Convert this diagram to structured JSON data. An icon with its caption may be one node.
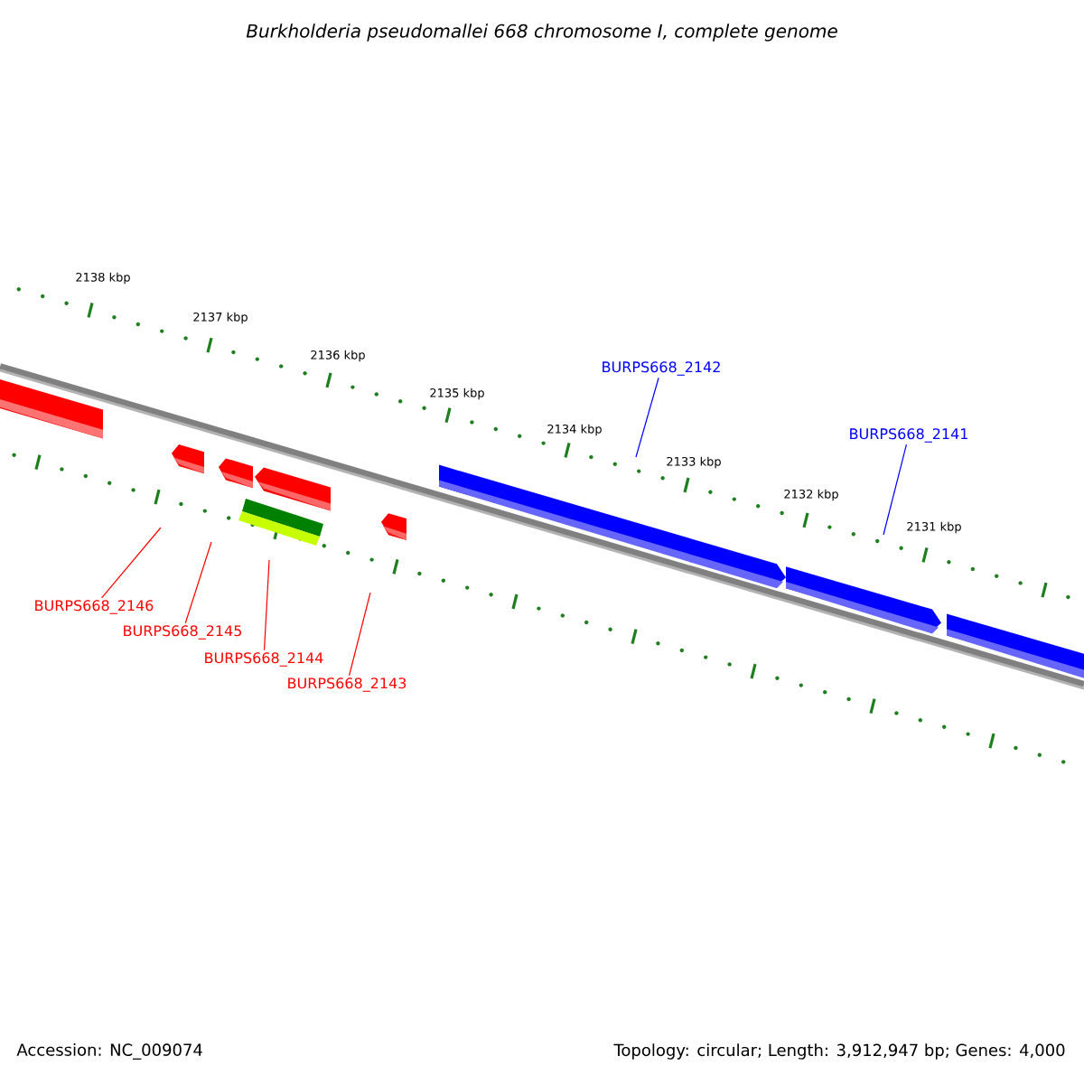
{
  "diagram": {
    "title": "Burkholderia pseudomallei 668 chromosome I, complete genome",
    "nodes": [
      {
        "text": [
          "BURPS668_2146"
        ]
      },
      {
        "text": [
          "BURPS668_2145"
        ]
      },
      {
        "text": [
          "BURPS668_2144"
        ]
      },
      {
        "text": [
          "BURPS668_2143"
        ]
      },
      {
        "text": [
          "BURPS668_2142"
        ]
      },
      {
        "text": [
          "BURPS668_2141"
        ]
      }
    ],
    "edges": [
      {
        "from": 0,
        "to": null,
        "arrow": "none",
        "color": "#ff0000"
      },
      {
        "from": 1,
        "to": null,
        "arrow": "none",
        "color": "#ff0000"
      },
      {
        "from": 2,
        "to": null,
        "arrow": "none",
        "color": "#ff0000"
      },
      {
        "from": 3,
        "to": null,
        "arrow": "none",
        "color": "#ff0000"
      },
      {
        "from": 4,
        "to": null,
        "arrow": "none",
        "color": "#0000ff"
      },
      {
        "from": 5,
        "to": null,
        "arrow": "none",
        "color": "#0000ff"
      }
    ],
    "labels": [
      "2138 kbp",
      "2137 kbp",
      "2136 kbp",
      "2135 kbp",
      "2134 kbp",
      "2133 kbp",
      "2132 kbp",
      "2131 kbp",
      "Accession: NC_009074",
      "Topology: circular; Length: 3,912,947 bp; Genes: 4,000"
    ]
  }
}
